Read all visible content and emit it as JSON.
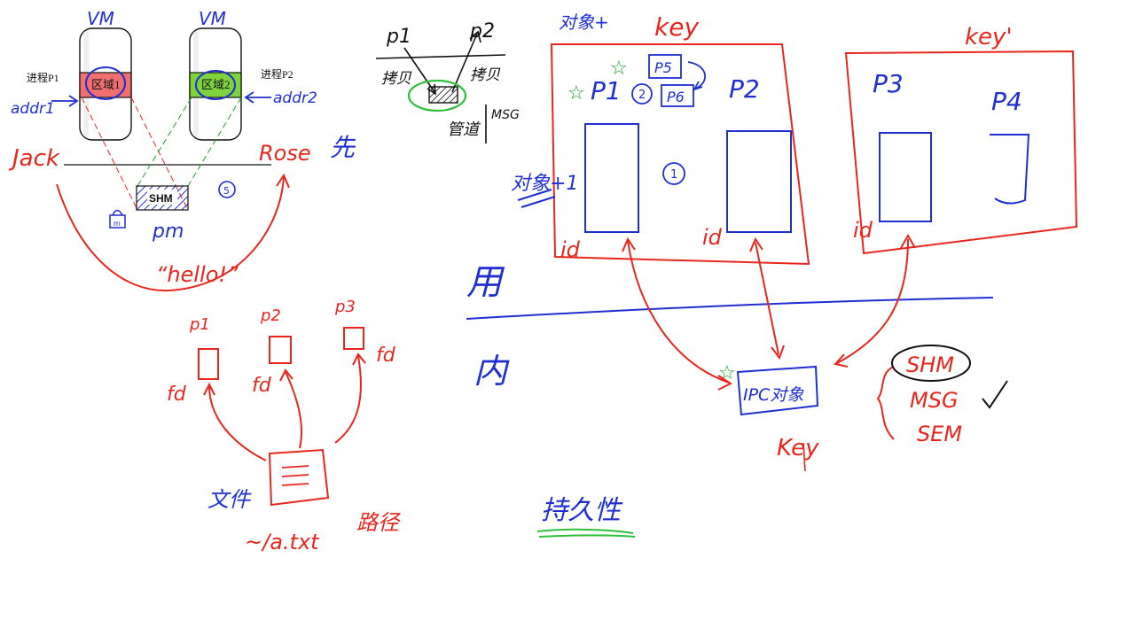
{
  "colors": {
    "red_ink": "#e8261e",
    "blue_ink": "#1f2fd1",
    "green_ink": "#2fbf3a",
    "region1_fill": "#f07070",
    "region2_fill": "#7ed23a",
    "shm_hatch": "#1f2fd1"
  },
  "shared_memory": {
    "vm_left_label": "VM",
    "vm_right_label": "VM",
    "proc1_label": "进程P1",
    "proc2_label": "进程P2",
    "region1_label": "区域1",
    "region2_label": "区域2",
    "addr1_label": "addr1",
    "addr2_label": "addr2",
    "shm_label": "SHM",
    "pm_label": "pm",
    "jack_label": "Jack",
    "rose_label": "Rose",
    "hello_label": "“hello!”",
    "circle5_label": "5",
    "xian_label": "先"
  },
  "pipe_sketch": {
    "p1_label": "p1",
    "p2_label": "p2",
    "copy_left_label": "拷贝",
    "copy_right_label": "拷贝",
    "pipe_label": "管道",
    "msg_label": "MSG"
  },
  "file_sketch": {
    "p1_label": "p1",
    "p2_label": "p2",
    "p3_label": "p3",
    "fd_labels": [
      "fd",
      "fd",
      "fd"
    ],
    "file_label": "文件",
    "path_value": "~/a.txt",
    "path_label": "路径"
  },
  "ipc_sketch": {
    "object_label": "对象+",
    "key_left": "key",
    "key_right": "key'",
    "p1_label": "P1",
    "p2_label": "P2",
    "p3_label": "P3",
    "p4_label": "P4",
    "p5_label": "P5",
    "p6_label": "P6",
    "circle2_label": "2",
    "circle1_label": "1",
    "object_plus1_label": "对象+1",
    "id_labels": [
      "id",
      "id",
      "id"
    ],
    "user_label": "用",
    "kernel_label": "内",
    "ipc_object_label": "IPC对象",
    "key_bottom": "Key",
    "ipc_types": [
      "SHM",
      "MSG",
      "SEM"
    ],
    "persistence_label": "持久性"
  }
}
